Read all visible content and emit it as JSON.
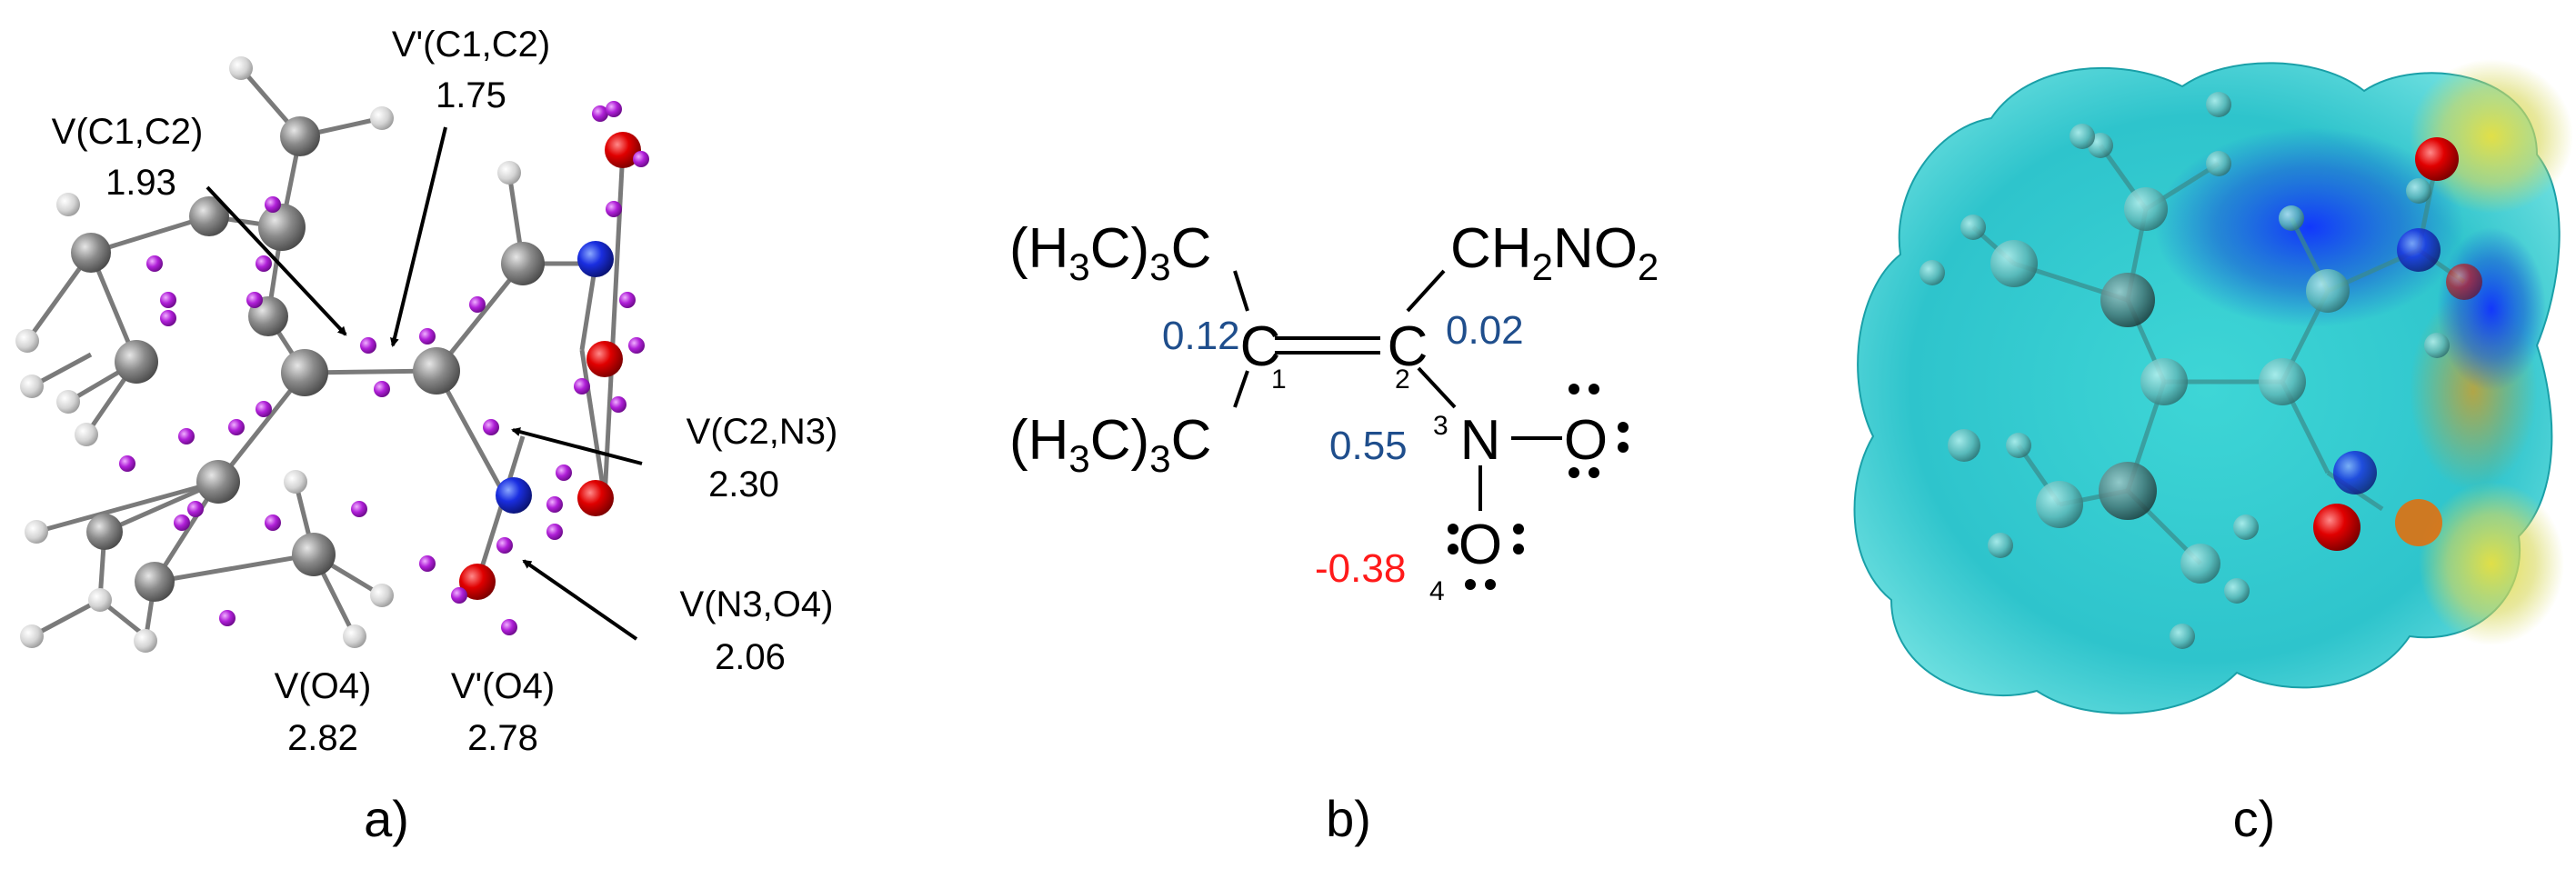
{
  "panel_a": {
    "caption": "a)",
    "basins": [
      {
        "name": "V(C1,C2)",
        "value": "1.93"
      },
      {
        "name": "V'(C1,C2)",
        "value": "1.75"
      },
      {
        "name": "V(C2,N3)",
        "value": "2.30"
      },
      {
        "name": "V(N3,O4)",
        "value": "2.06"
      },
      {
        "name": "V(O4)",
        "value": "2.82"
      },
      {
        "name": "V'(O4)",
        "value": "2.78"
      }
    ]
  },
  "panel_b": {
    "caption": "b)",
    "formula": {
      "tbu_top": {
        "a": "(H",
        "b": "3",
        "c": "C)",
        "d": "3",
        "e": "C"
      },
      "tbu_bottom": {
        "a": "(H",
        "b": "3",
        "c": "C)",
        "d": "3",
        "e": "C"
      },
      "ch2no2": {
        "a": "CH",
        "b": "2",
        "c": "NO",
        "d": "2"
      },
      "atom_c1": "C",
      "atom_c2": "C",
      "atom_n": "N",
      "atom_o_right": "O",
      "atom_o_bottom": "O"
    },
    "locants": {
      "c1": "1",
      "c2": "2",
      "n3": "3",
      "o4": "4"
    },
    "charges": {
      "c1": "0.12",
      "c2": "0.02",
      "n3": "0.55",
      "o4": "-0.38"
    },
    "colors": {
      "positive": "#1f4e8c",
      "negative": "#ff1a1a"
    }
  },
  "panel_c": {
    "caption": "c)"
  }
}
